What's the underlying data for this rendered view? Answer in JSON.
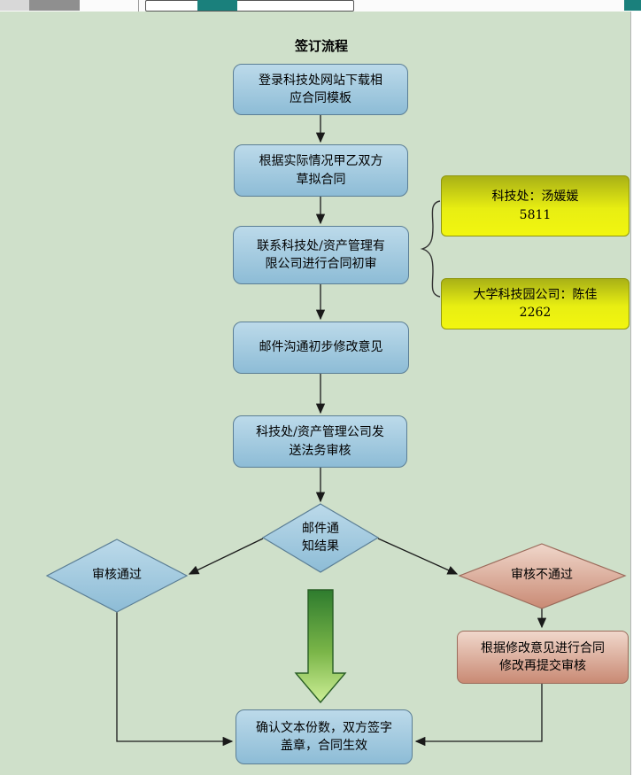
{
  "title": "签订流程",
  "flow": {
    "step1": "登录科技处网站下载相\n应合同模板",
    "step2": "根据实际情况甲乙双方\n草拟合同",
    "step3": "联系科技处/资产管理有\n限公司进行合同初审",
    "step4": "邮件沟通初步修改意见",
    "step5": "科技处/资产管理公司发\n送法务审核",
    "decision": "邮件通\n知结果",
    "approved": "审核通过",
    "rejected": "审核不通过",
    "revise": "根据修改意见进行合同\n修改再提交审核",
    "final": "确认文本份数，双方签字\n盖章，合同生效"
  },
  "contacts": {
    "keji": "科技处：汤媛媛\n5811",
    "park": "大学科技园公司：陈佳\n2262"
  },
  "colors": {
    "canvas_background": "#cfe0ca",
    "process_fill": "#a6cbdf",
    "process_border": "#5b7e95",
    "warning_fill": "#d9a08b",
    "warning_border": "#9b6b5b",
    "contact_fill": "#e8ee12",
    "contact_border": "#8f960f",
    "big_arrow_green": "#4e9a3c",
    "topbar_teal": "#1a807c"
  }
}
